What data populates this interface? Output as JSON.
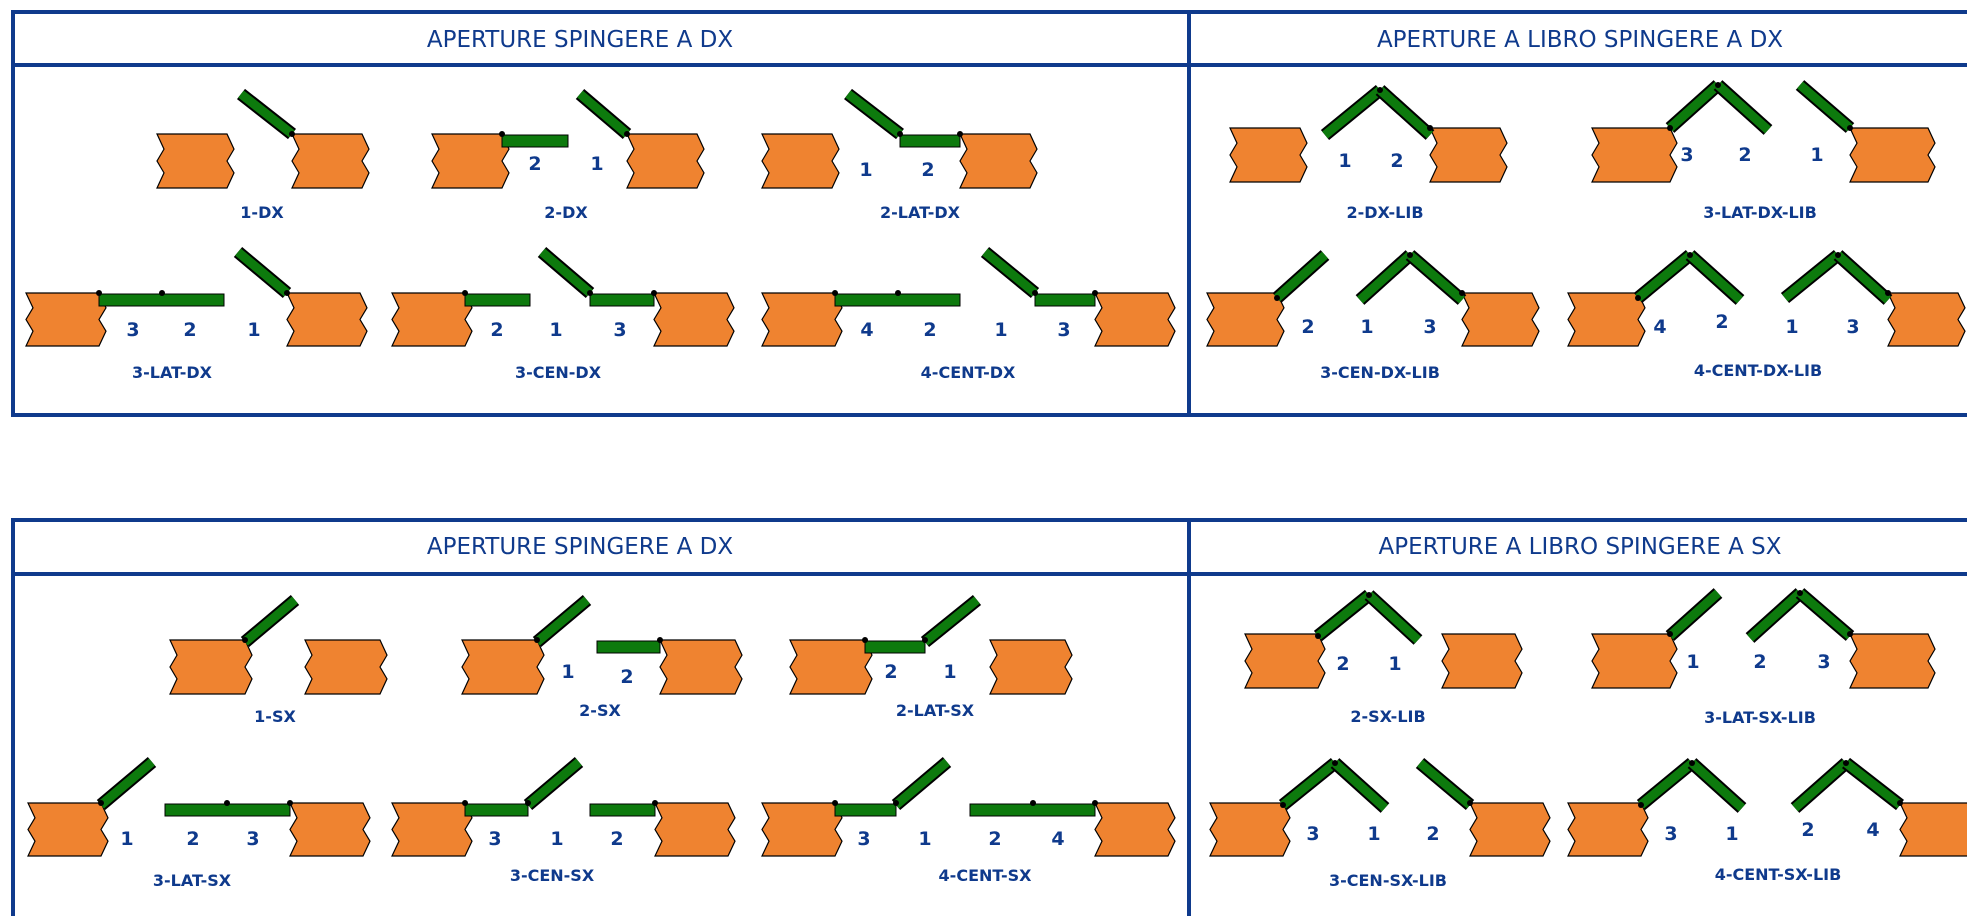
{
  "colors": {
    "frame": "#0f3a8c",
    "wall": "#ef8330",
    "leaf": "#0d7a0d",
    "leaf_light": "#1f9a1f",
    "text": "#0f3a8c",
    "line": "#000000"
  },
  "panels": [
    {
      "title": "APERTURE SPINGERE A DX",
      "configs": [
        {
          "label": "1-DX",
          "numbers": []
        },
        {
          "label": "2-DX",
          "numbers": [
            "2",
            "1"
          ]
        },
        {
          "label": "2-LAT-DX",
          "numbers": [
            "1",
            "2"
          ]
        },
        {
          "label": "3-LAT-DX",
          "numbers": [
            "3",
            "2",
            "1"
          ]
        },
        {
          "label": "3-CEN-DX",
          "numbers": [
            "2",
            "1",
            "3"
          ]
        },
        {
          "label": "4-CENT-DX",
          "numbers": [
            "4",
            "2",
            "1",
            "3"
          ]
        }
      ]
    },
    {
      "title": "APERTURE A LIBRO SPINGERE A DX",
      "configs": [
        {
          "label": "2-DX-LIB",
          "numbers": [
            "1",
            "2"
          ]
        },
        {
          "label": "3-LAT-DX-LIB",
          "numbers": [
            "3",
            "2",
            "1"
          ]
        },
        {
          "label": "3-CEN-DX-LIB",
          "numbers": [
            "2",
            "1",
            "3"
          ]
        },
        {
          "label": "4-CENT-DX-LIB",
          "numbers": [
            "4",
            "2",
            "1",
            "3"
          ]
        }
      ]
    },
    {
      "title": "APERTURE SPINGERE A DX",
      "configs": [
        {
          "label": "1-SX",
          "numbers": []
        },
        {
          "label": "2-SX",
          "numbers": [
            "1",
            "2"
          ]
        },
        {
          "label": "2-LAT-SX",
          "numbers": [
            "2",
            "1"
          ]
        },
        {
          "label": "3-LAT-SX",
          "numbers": [
            "1",
            "2",
            "3"
          ]
        },
        {
          "label": "3-CEN-SX",
          "numbers": [
            "3",
            "1",
            "2"
          ]
        },
        {
          "label": "4-CENT-SX",
          "numbers": [
            "3",
            "1",
            "2",
            "4"
          ]
        }
      ]
    },
    {
      "title": "APERTURE A LIBRO SPINGERE A SX",
      "configs": [
        {
          "label": "2-SX-LIB",
          "numbers": [
            "2",
            "1"
          ]
        },
        {
          "label": "3-LAT-SX-LIB",
          "numbers": [
            "1",
            "2",
            "3"
          ]
        },
        {
          "label": "3-CEN-SX-LIB",
          "numbers": [
            "3",
            "1",
            "2"
          ]
        },
        {
          "label": "4-CENT-SX-LIB",
          "numbers": [
            "3",
            "1",
            "2",
            "4"
          ]
        }
      ]
    }
  ]
}
